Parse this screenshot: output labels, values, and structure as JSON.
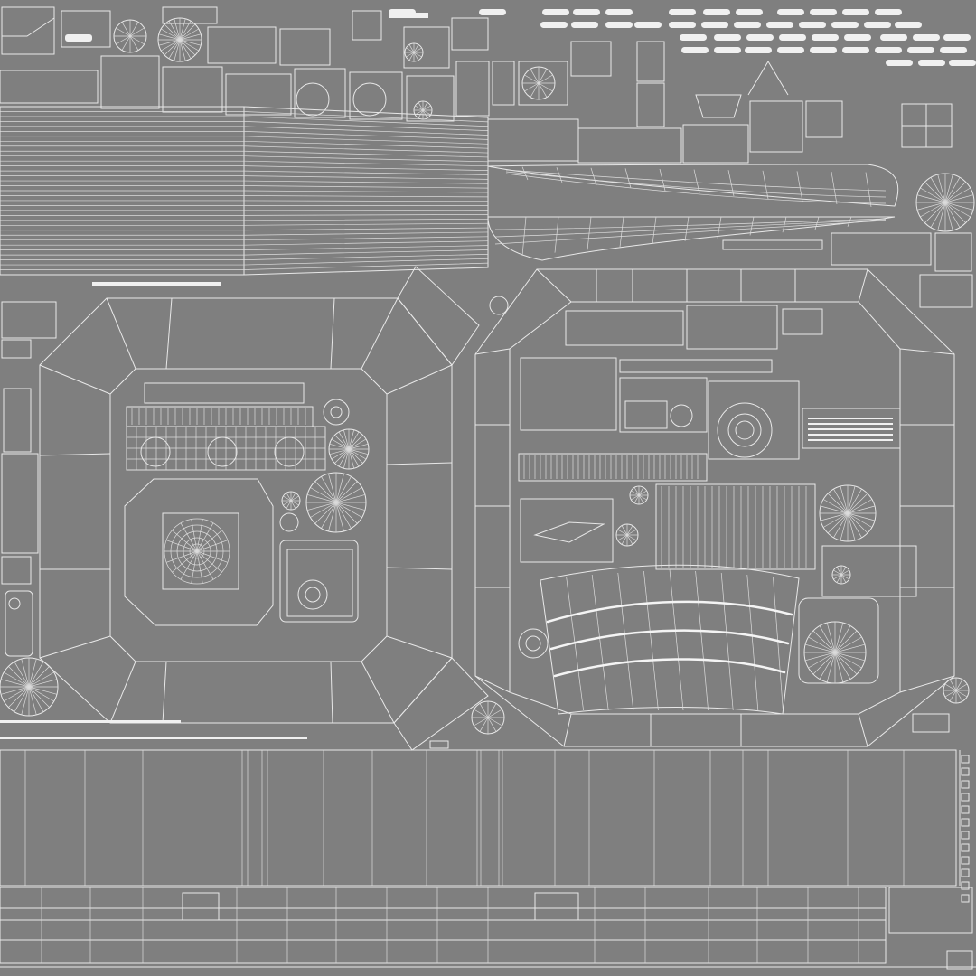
{
  "title": "",
  "colors": {
    "background": "#7f7f7f",
    "wire": "#e8e8e8",
    "wire_strong": "#f4f4f4"
  },
  "islands": [
    "panel-strip-top-left",
    "hull-plate-lines",
    "tapered-wing-upper",
    "tapered-wing-lower",
    "octagon-panel-left",
    "octagon-panel-right",
    "floor-grid-bottom",
    "pill-labels-top-right",
    "radial-discs"
  ]
}
